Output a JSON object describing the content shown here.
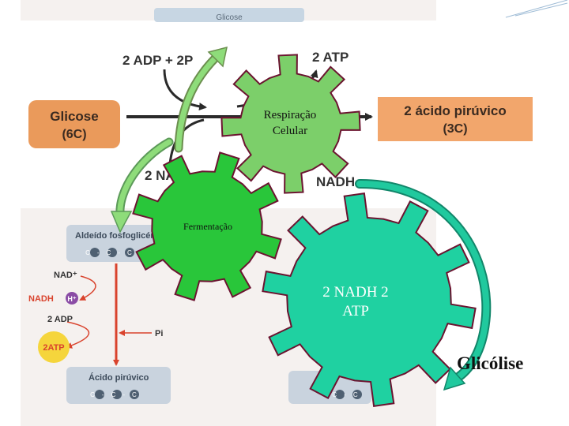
{
  "top_fragment": {
    "label": "Glicose"
  },
  "main_diagram": {
    "input_left": "2 ADP + 2P",
    "output_top": "2 ATP",
    "glucose_line1": "Glicose",
    "glucose_line2": "(6C)",
    "pyruvic_line1": "2 ácido pirúvico",
    "pyruvic_line2": "(3C)",
    "nad_label": "2 NAD",
    "nadh_label": "NADH"
  },
  "lower_diagram": {
    "aldehyde_label": "Aldeído fosfoglicéri",
    "aldehyde_carbons": "C-C-C",
    "nad_plus": "NAD⁺",
    "nadh": "NADH",
    "h_plus": "H⁺",
    "adp": "2 ADP",
    "atp": "2ATP",
    "pi": "Pi",
    "pyruvic_label": "Ácido pirúvico",
    "pyruvic_carbons": "C-C-C",
    "right_carbons": "C-C"
  },
  "gears": {
    "respiration_line1": "Respiração",
    "respiration_line2": "Celular",
    "fermentation": "Fermentação",
    "glycolysis_line1": "2 NADH  2",
    "glycolysis_line2": "ATP"
  },
  "glycolysis_label": "Glicólise",
  "colors": {
    "background_panel": "#f5f1ef",
    "glucose_box": "#ea9a5b",
    "pyruvic_box": "#f2a66c",
    "gear_light_green": "#7ccf6a",
    "gear_teal": "#1fd1a1",
    "gear_stroke": "#6b1430",
    "arrow_teal": "#20c99e",
    "grey_box": "#c9d3de"
  }
}
